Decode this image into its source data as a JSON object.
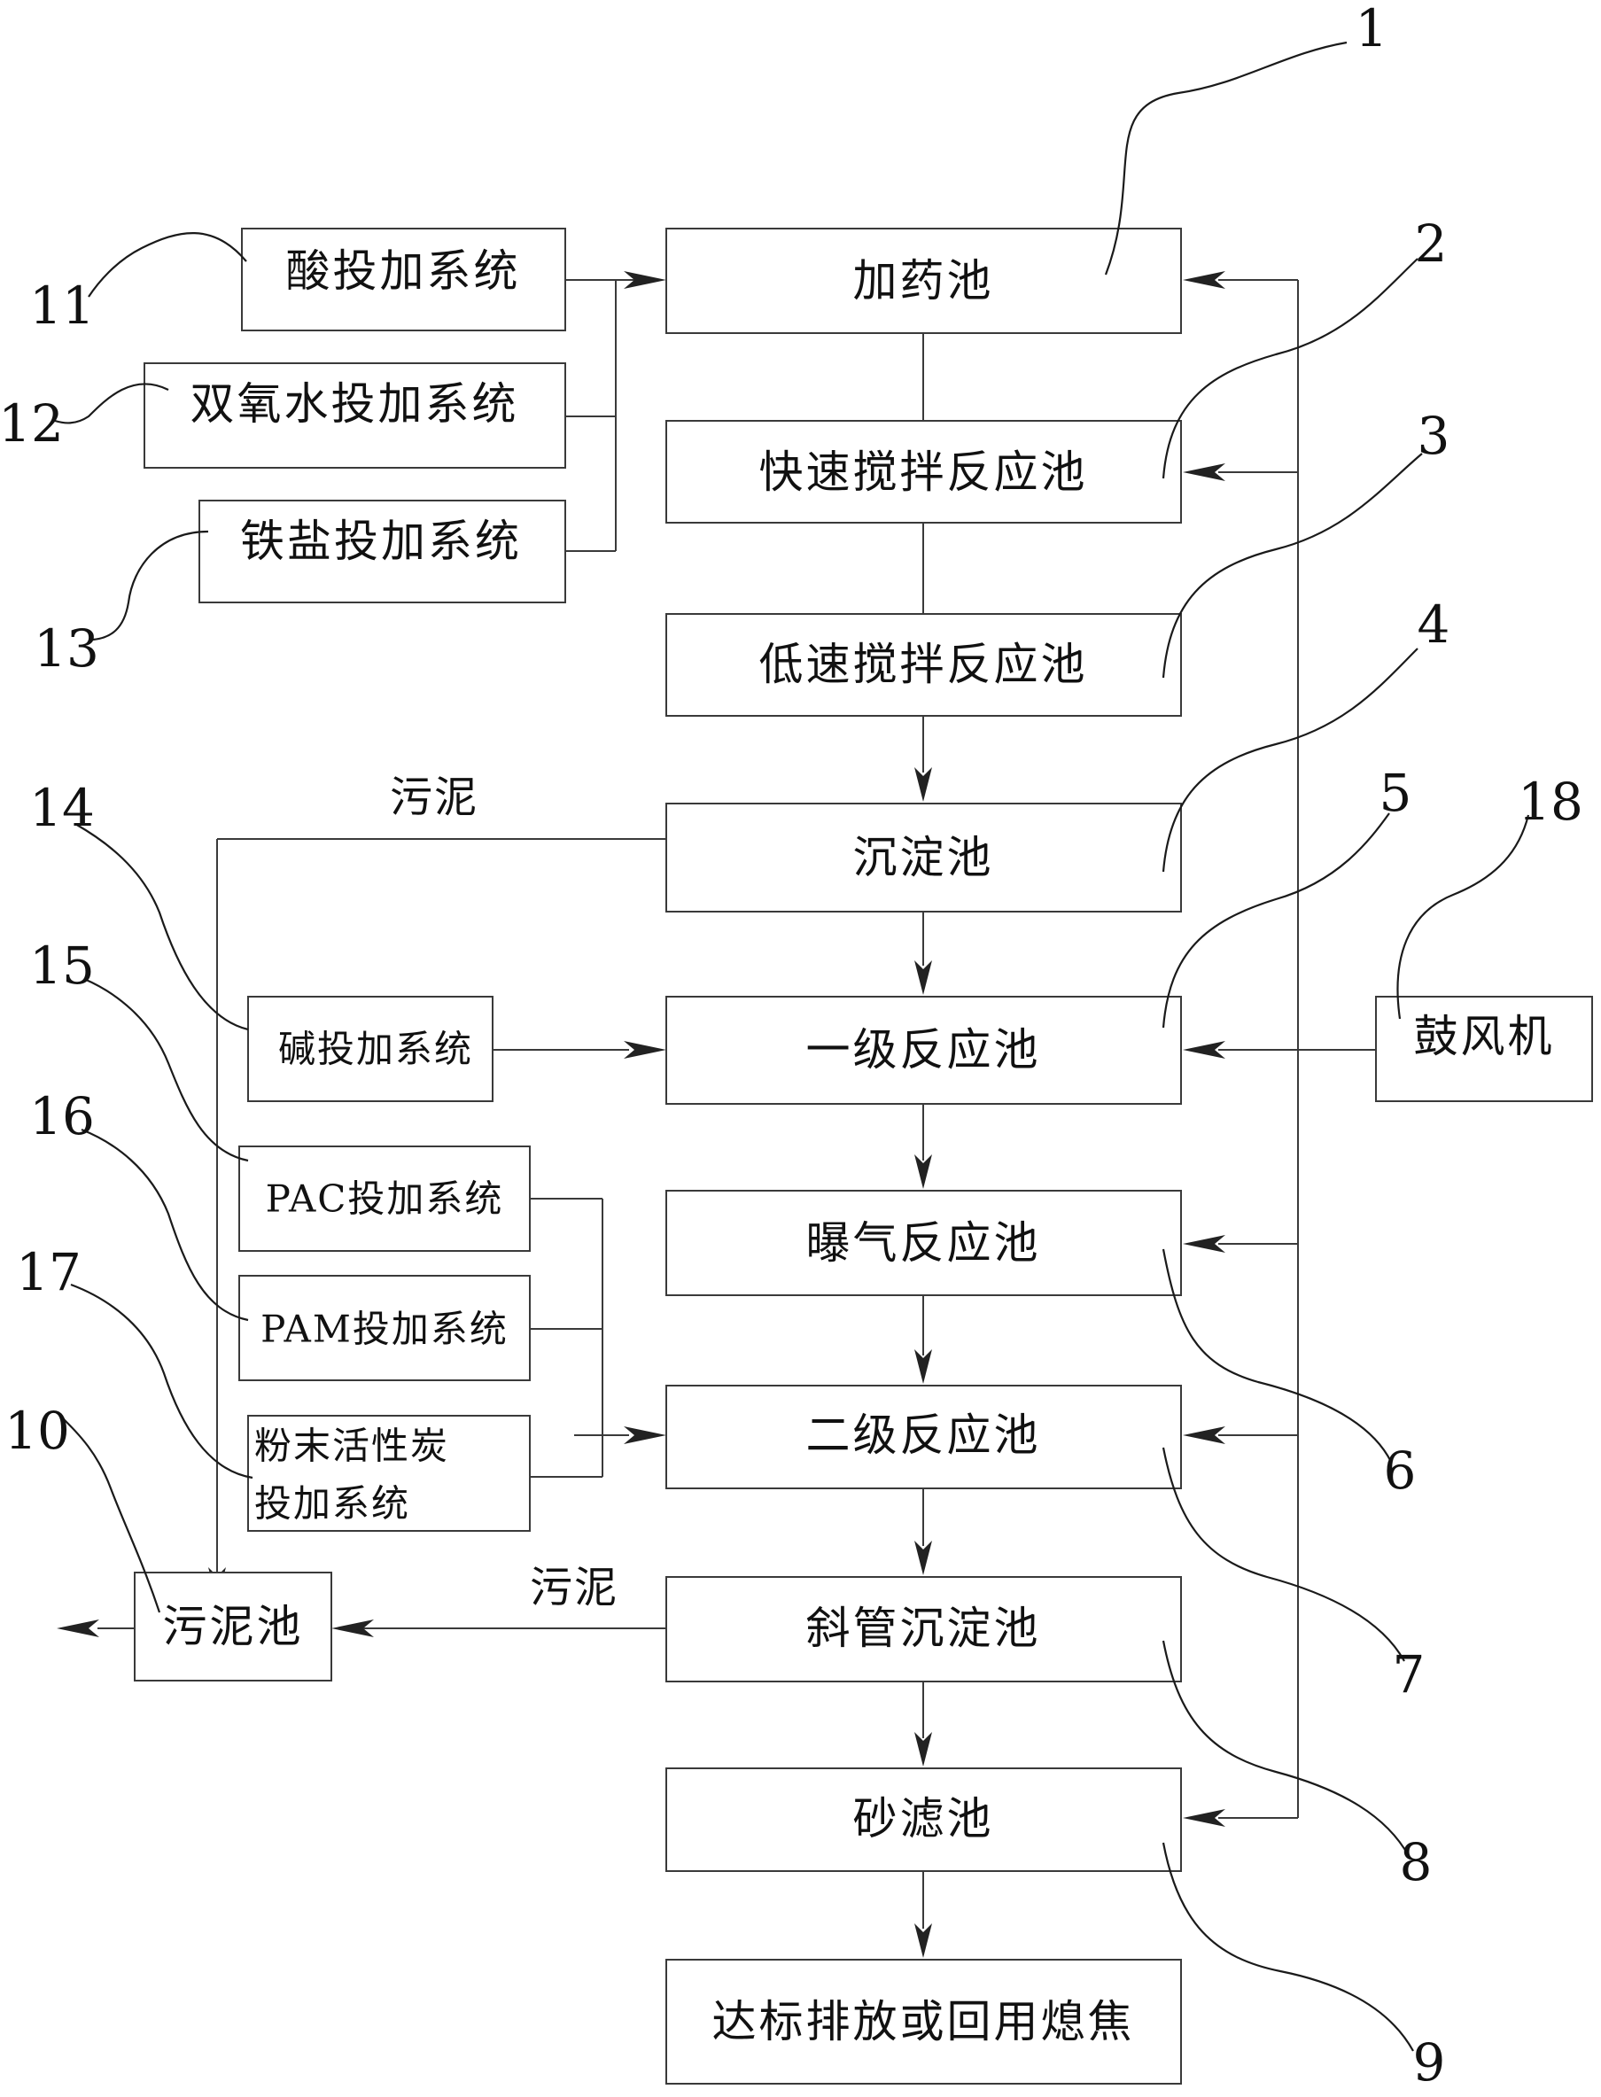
{
  "main_chain": {
    "dosing_tank": "加药池",
    "rapid_mix_tank": "快速搅拌反应池",
    "slow_mix_tank": "低速搅拌反应池",
    "sedimentation_tank": "沉淀池",
    "primary_reaction_tank": "一级反应池",
    "aeration_reaction_tank": "曝气反应池",
    "secondary_reaction_tank": "二级反应池",
    "inclined_tube_settler": "斜管沉淀池",
    "sand_filter": "砂滤池",
    "discharge": "达标排放或回用熄焦"
  },
  "dosing_systems": {
    "acid": "酸投加系统",
    "peroxide": "双氧水投加系统",
    "iron_salt": "铁盐投加系统",
    "alkali": "碱投加系统",
    "pac": "PAC投加系统",
    "pam": "PAM投加系统",
    "carbon_line1": "粉末活性炭",
    "carbon_line2": "投加系统"
  },
  "other": {
    "blower": "鼓风机",
    "sludge_tank": "污泥池",
    "sludge_label_top": "污泥",
    "sludge_label_bottom": "污泥"
  },
  "reference_numbers": {
    "n1": "1",
    "n2": "2",
    "n3": "3",
    "n4": "4",
    "n5": "5",
    "n6": "6",
    "n7": "7",
    "n8": "8",
    "n9": "9",
    "n10": "10",
    "n11": "11",
    "n12": "12",
    "n13": "13",
    "n14": "14",
    "n15": "15",
    "n16": "16",
    "n17": "17",
    "n18": "18"
  }
}
